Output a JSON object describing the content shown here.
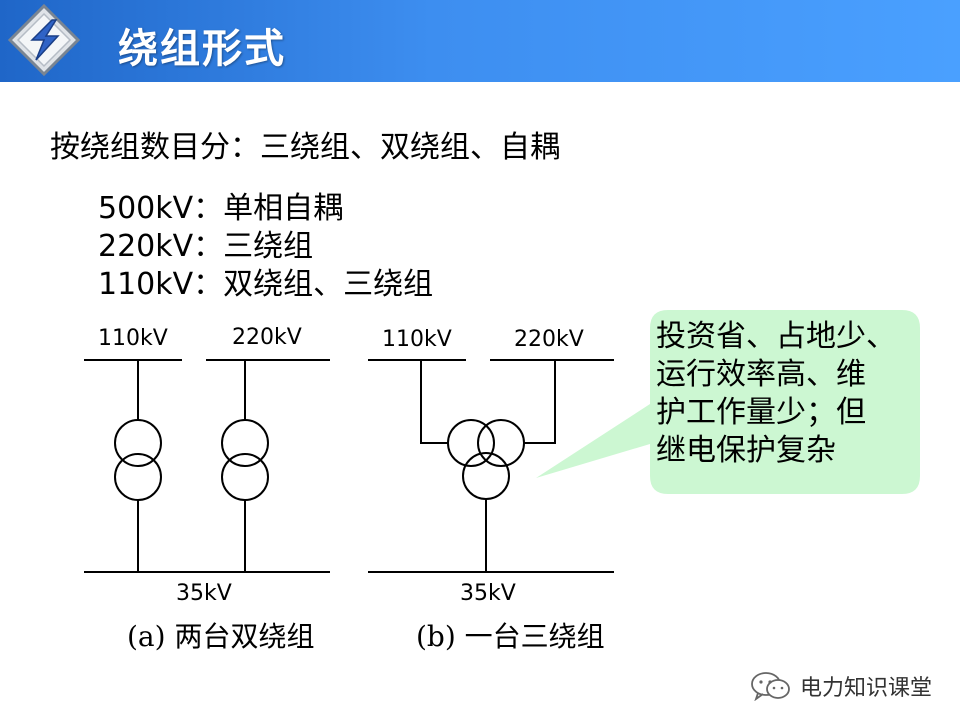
{
  "header": {
    "title": "绕组形式",
    "brand_color": "#2f7be0"
  },
  "content": {
    "line1": "按绕组数目分：三绕组、双绕组、自耦",
    "voltage_lines": [
      "500kV：单相自耦",
      "220kV：三绕组",
      "110kV：双绕组、三绕组"
    ]
  },
  "diagram": {
    "a": {
      "left_top_label": "110kV",
      "right_top_label": "220kV",
      "bottom_label": "35kV",
      "caption": "(a) 两台双绕组"
    },
    "b": {
      "left_top_label": "110kV",
      "right_top_label": "220kV",
      "bottom_label": "35kV",
      "caption": "(b) 一台三绕组"
    }
  },
  "callout": {
    "lines": [
      "投资省、占地少、",
      "运行效率高、维",
      "护工作量少；但",
      "继电保护复杂"
    ],
    "fill_color": "#ccf7d2"
  },
  "footer": {
    "watermark": "电力知识课堂",
    "icon": "wechat-icon"
  }
}
